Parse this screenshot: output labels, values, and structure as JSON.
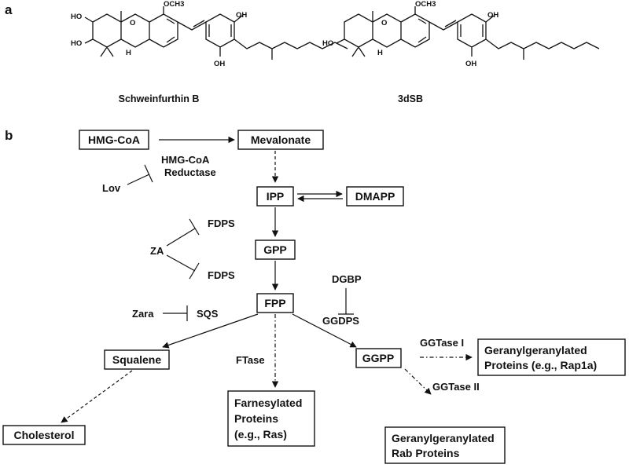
{
  "panel_a": {
    "label": "a",
    "compound1": {
      "name": "Schweinfurthin B",
      "och3": "OCH3",
      "oh_top_ring": "HO",
      "oh_mid_ring": "HO",
      "oh_right_top": "OH",
      "oh_right_bottom": "OH",
      "h": "H",
      "o": "O"
    },
    "compound2": {
      "name": "3dSB",
      "och3": "OCH3",
      "oh_ring": "HO",
      "oh_right_top": "OH",
      "oh_right_bottom": "OH",
      "h": "H",
      "o": "O"
    }
  },
  "panel_b": {
    "label": "b",
    "nodes": {
      "hmgcoa": "HMG-CoA",
      "mevalonate": "Mevalonate",
      "ipp": "IPP",
      "dmapp": "DMAPP",
      "gpp": "GPP",
      "fpp": "FPP",
      "squalene": "Squalene",
      "ggpp": "GGPP",
      "cholesterol": "Cholesterol",
      "farnesylated_1": "Farnesylated",
      "farnesylated_2": "Proteins",
      "farnesylated_3": "(e.g., Ras)",
      "gg_rap_1": "Geranylgeranylated",
      "gg_rap_2": "Proteins (e.g., Rap1a)",
      "gg_rab_1": "Geranylgeranylated",
      "gg_rab_2": "Rab Proteins"
    },
    "enzymes": {
      "hmgcoa_reductase_1": "HMG-CoA",
      "hmgcoa_reductase_2": "Reductase",
      "fdps_top": "FDPS",
      "fdps_bottom": "FDPS",
      "sqs": "SQS",
      "ggdps": "GGDPS",
      "ftase": "FTase",
      "ggtase1": "GGTase I",
      "ggtase2": "GGTase II"
    },
    "inhibitors": {
      "lov": "Lov",
      "za": "ZA",
      "dgbp": "DGBP",
      "zara": "Zara"
    }
  }
}
